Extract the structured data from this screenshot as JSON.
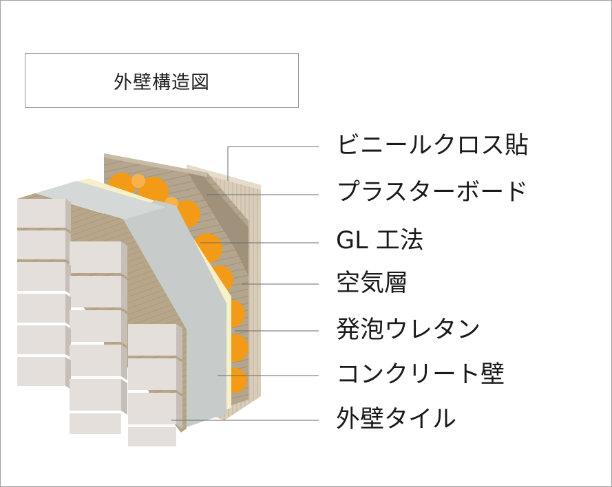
{
  "title": "外壁構造図",
  "layers": [
    {
      "id": "vinyl-cloth",
      "label": "ビニールクロス貼"
    },
    {
      "id": "plasterboard",
      "label": "プラスターボード"
    },
    {
      "id": "gl-method",
      "label": "GL 工法"
    },
    {
      "id": "air-layer",
      "label": "空気層"
    },
    {
      "id": "urethane-foam",
      "label": "発泡ウレタン"
    },
    {
      "id": "concrete-wall",
      "label": "コンクリート壁"
    },
    {
      "id": "exterior-tile",
      "label": "外壁タイル"
    }
  ],
  "colors": {
    "vinyl_cloth": "#d9cdb9",
    "plasterboard": "#b3a58e",
    "urethane_foam": "#f39a17",
    "foam_board": "#f8f0c8",
    "concrete": "#c7cbc9",
    "mortar": "#b8a68a",
    "tile": "#e4dfda",
    "leader_line": "#6a6a6a"
  }
}
